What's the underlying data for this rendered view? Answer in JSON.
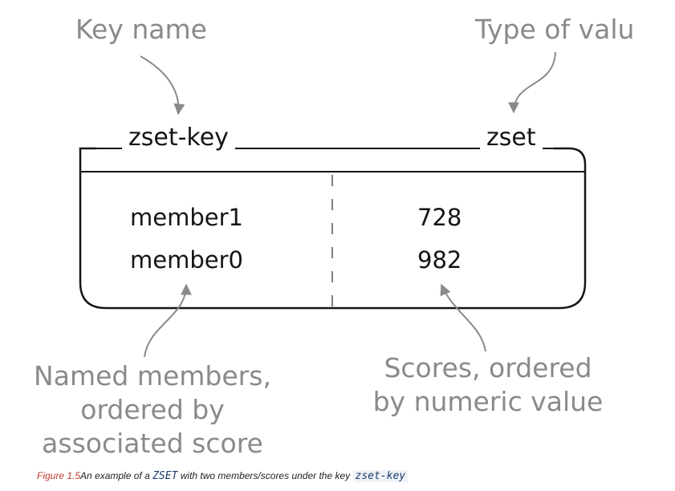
{
  "annotations": {
    "key_name": "Key name",
    "type_of_value": "Type of valu",
    "members_line1": "Named members,",
    "members_line2": "ordered by",
    "members_line3": "associated score",
    "scores_line1": "Scores, ordered",
    "scores_line2": "by numeric value"
  },
  "box": {
    "key": "zset-key",
    "type": "zset",
    "rows": [
      {
        "member": "member1",
        "score": "728"
      },
      {
        "member": "member0",
        "score": "982"
      }
    ]
  },
  "caption": {
    "label": "Figure 1.5",
    "text1": "An example of a ",
    "code1": "ZSET",
    "text2": " with two members/scores under the key ",
    "code2": "zset-key"
  },
  "colors": {
    "annotation_text": "#8a8a8a",
    "arrow": "#8a8a8a",
    "box_border": "#151515",
    "caption_label": "#c0392b",
    "code_text": "#1f3c6b"
  }
}
